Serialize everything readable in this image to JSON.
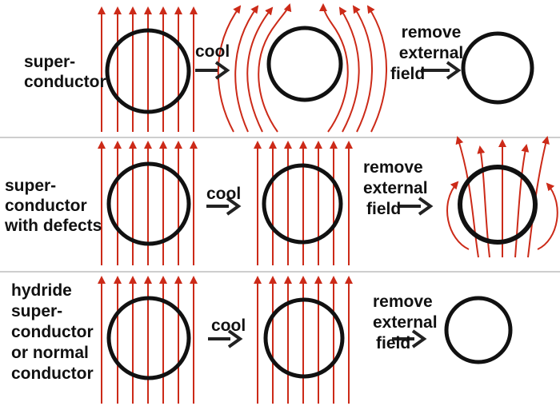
{
  "colors": {
    "field_line": "#cc2a18",
    "sample": "#111111",
    "arrow": "#222222",
    "separator": "#bdbdbd",
    "background": "#ffffff"
  },
  "rows": [
    {
      "label_lines": [
        "super-",
        "conductor"
      ],
      "cool_label": "cool",
      "remove_lines": [
        "remove",
        "external",
        "field"
      ],
      "before_state": "uniform-field-through-sample",
      "cooled_state": "field-expelled",
      "after_state": "no-field"
    },
    {
      "label_lines": [
        "super-",
        "conductor",
        "with defects"
      ],
      "cool_label": "cool",
      "remove_lines": [
        "remove",
        "external",
        "field"
      ],
      "before_state": "uniform-field-through-sample",
      "cooled_state": "field-pinned-uniform",
      "after_state": "trapped-dipole-field"
    },
    {
      "label_lines": [
        "hydride",
        "super-",
        "conductor",
        "or normal",
        "conductor"
      ],
      "cool_label": "cool",
      "remove_lines": [
        "remove",
        "external",
        "field"
      ],
      "before_state": "uniform-field-through-sample",
      "cooled_state": "field-penetrates-uniform",
      "after_state": "no-field"
    }
  ]
}
